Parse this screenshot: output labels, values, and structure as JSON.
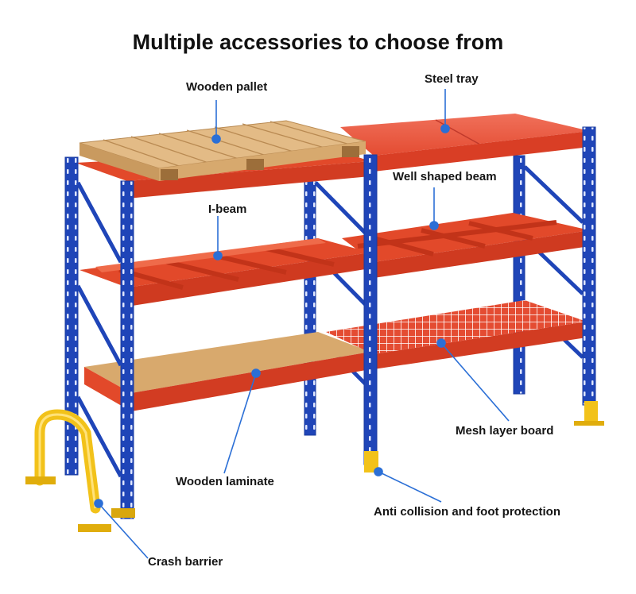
{
  "title": "Multiple accessories to choose from",
  "labels": {
    "wooden_pallet": "Wooden pallet",
    "steel_tray": "Steel tray",
    "i_beam": "I-beam",
    "well_shaped_beam": "Well shaped beam",
    "mesh_layer_board": "Mesh layer board",
    "wooden_laminate": "Wooden laminate",
    "anti_collision": "Anti collision and foot protection",
    "crash_barrier": "Crash barrier"
  },
  "colors": {
    "upright_blue": "#1f45b8",
    "beam_orange": "#e2492a",
    "steel_tray": "#e8543a",
    "wood_laminate": "#d6a66c",
    "pallet_wood": "#ddb27a",
    "guard_yellow": "#f2c21a",
    "leader_line": "#2b6fd6"
  }
}
